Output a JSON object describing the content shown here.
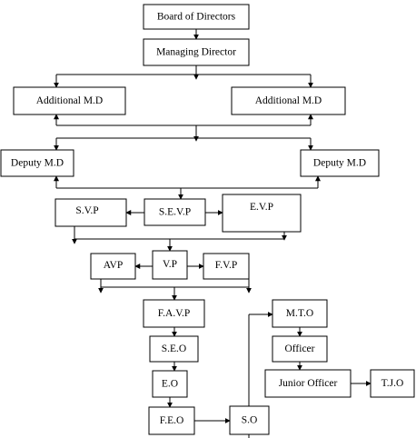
{
  "nodes": {
    "board": "Board of Directors",
    "md": "Managing Director",
    "amd_left": "Additional M.D",
    "amd_right": "Additional M.D",
    "dmd_left": "Deputy M.D",
    "dmd_right": "Deputy M.D",
    "svp": "S.V.P",
    "sevp": "S.E.V.P",
    "evp": "E.V.P",
    "avp": "AVP",
    "vp": "V.P",
    "fvp": "F.V.P",
    "favp": "F.A.V.P",
    "seo": "S.E.O",
    "eo": "E.O",
    "feo": "F.E.O",
    "so": "S.O",
    "mto": "M.T.O",
    "officer": "Officer",
    "junior_officer": "Junior Officer",
    "tjo": "T.J.O"
  },
  "colors": {
    "line": "#000000",
    "box_fill": "#ffffff",
    "background": "#ffffff"
  }
}
